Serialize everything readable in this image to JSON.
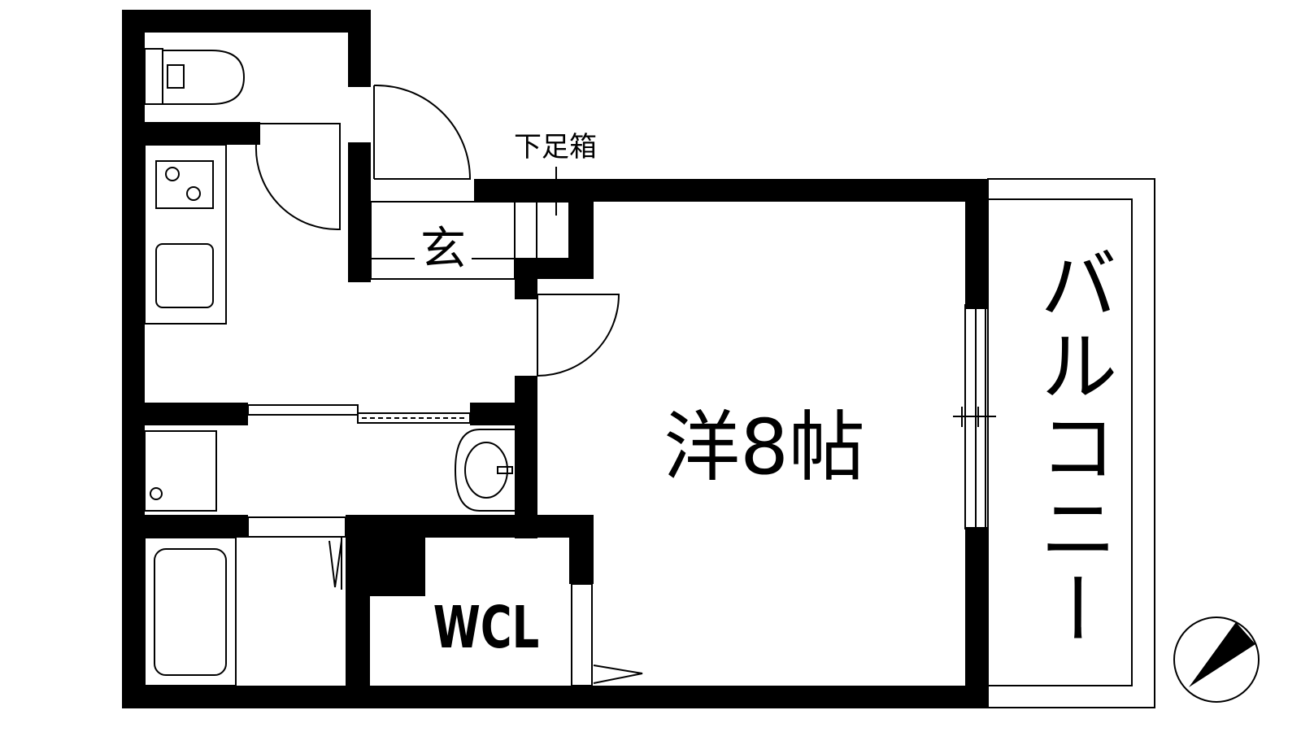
{
  "floorplan": {
    "rooms": {
      "western_room": "洋8帖",
      "entrance": "玄",
      "closet": "WCL",
      "balcony": "バルコニー"
    },
    "shoe_cabinet_label": "下足箱"
  },
  "colors": {
    "wall": "#000000",
    "background": "#ffffff"
  },
  "icons": [
    "compass-north-arrow-icon",
    "toilet-icon",
    "stove-icon",
    "sink-icon",
    "washbasin-icon",
    "bathtub-icon",
    "washing-machine-pan-icon"
  ]
}
